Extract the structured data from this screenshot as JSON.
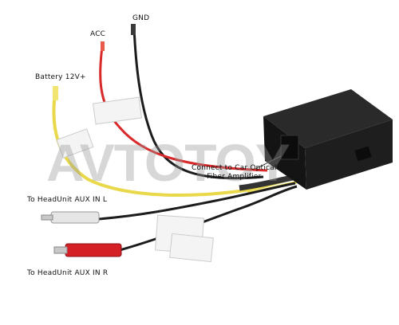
{
  "labels": {
    "gnd": "GND",
    "acc": "ACC",
    "battery": "Battery 12V+",
    "connect_line1": "Connect to Car Optical",
    "connect_line2": "Fiber Amplifier",
    "aux_left": "To HeadUnit AUX IN L",
    "aux_right": "To HeadUnit AUX IN R"
  },
  "watermark": "AVTOTOY",
  "colors": {
    "box": "#1a1a1a",
    "wire_yellow": "#e8d84a",
    "wire_red": "#d82a2a",
    "wire_black": "#1c1c1c",
    "rca_red": "#d41f24",
    "rca_white": "#e6e6e6"
  }
}
